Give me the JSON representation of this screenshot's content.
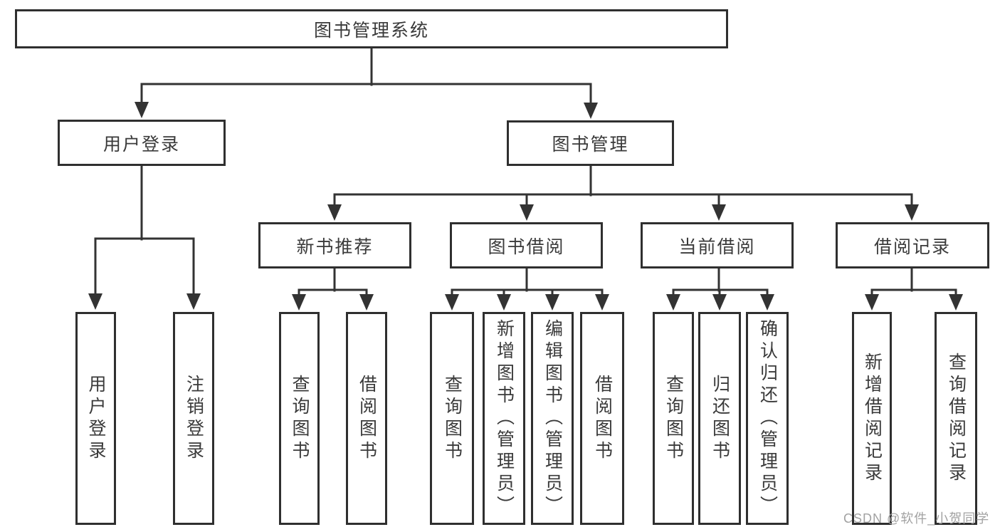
{
  "page": {
    "background": "#ffffff",
    "line_color": "#333333",
    "box_border_color": "#2f2f2f",
    "text_color": "#3a3a3a",
    "watermark_color": "#a2a2a2"
  },
  "nodes": {
    "root": "图书管理系统",
    "user_login": "用户登录",
    "book_mgmt": "图书管理",
    "new_books": "新书推荐",
    "book_borrow": "图书借阅",
    "current_borrow": "当前借阅",
    "borrow_records": "借阅记录",
    "leaves": {
      "a1": "用户登录",
      "a2": "注销登录",
      "b1": "查询图书",
      "b2": "借阅图书",
      "c1": "查询图书",
      "c2": "新增图书（管理员）",
      "c3": "编辑图书（管理员）",
      "c4": "借阅图书",
      "d1": "查询图书",
      "d2": "归还图书",
      "d3": "确认归还（管理员）",
      "e1": "新增借阅记录",
      "e2": "查询借阅记录"
    }
  },
  "watermark": "CSDN @软件_小贺同学"
}
